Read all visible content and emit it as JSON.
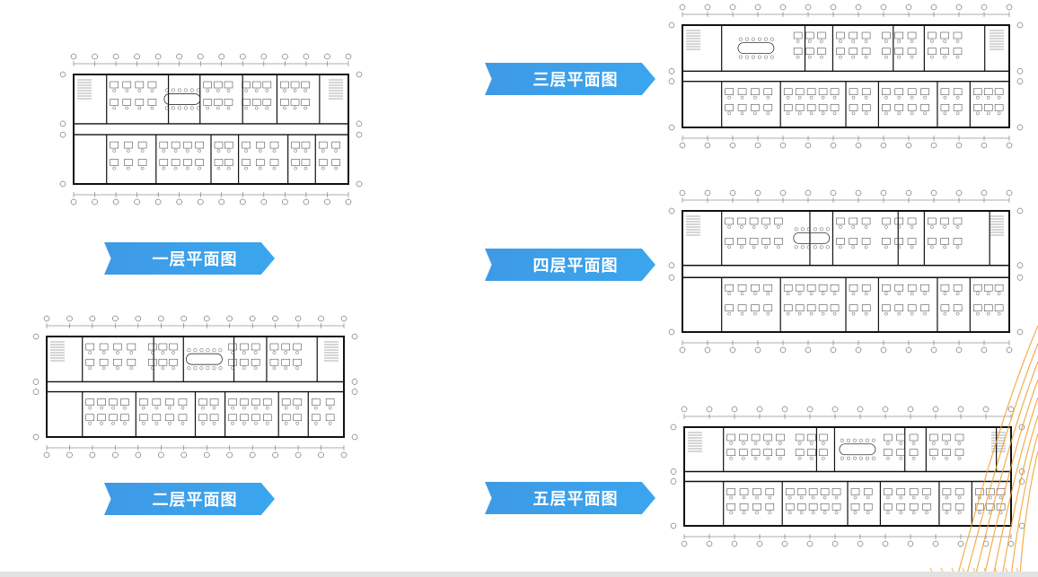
{
  "floors": [
    {
      "id": "f1",
      "label": "一层平面图"
    },
    {
      "id": "f2",
      "label": "二层平面图"
    },
    {
      "id": "f3",
      "label": "三层平面图"
    },
    {
      "id": "f4",
      "label": "四层平面图"
    },
    {
      "id": "f5",
      "label": "五层平面图"
    }
  ],
  "colors": {
    "banner": "#3f9ae6",
    "decoration": "#f0a030"
  }
}
